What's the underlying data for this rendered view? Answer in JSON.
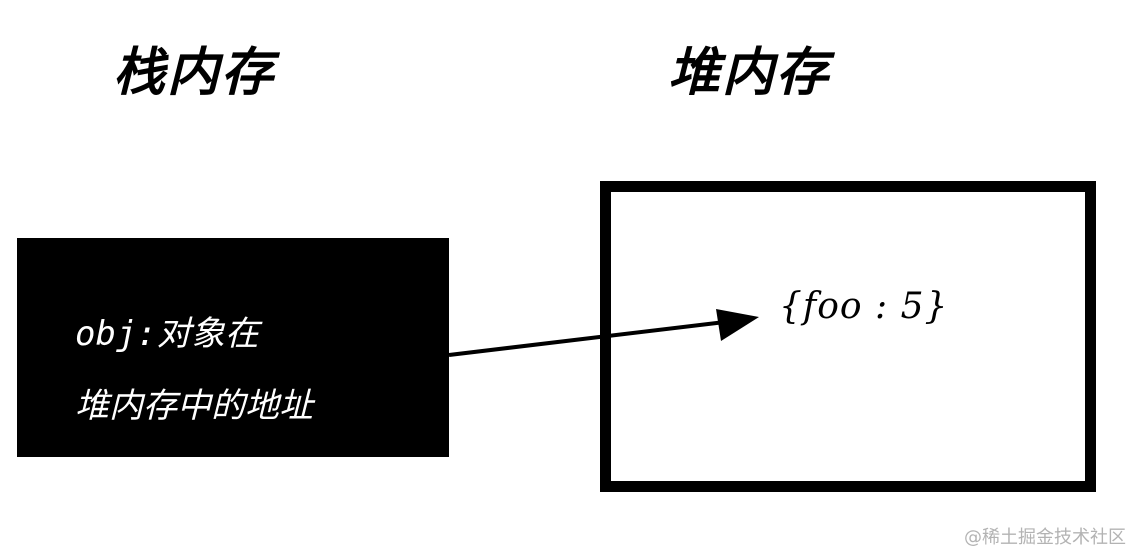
{
  "headings": {
    "stack": "栈内存",
    "heap": "堆内存"
  },
  "stack_box": {
    "line1": "obj:对象在",
    "line2": "堆内存中的地址"
  },
  "heap_box": {
    "value": "{foo : 5}"
  },
  "watermark": "@稀土掘金技术社区",
  "colors": {
    "foreground": "#000000",
    "background": "#ffffff",
    "watermark": "#b3b3b3"
  }
}
